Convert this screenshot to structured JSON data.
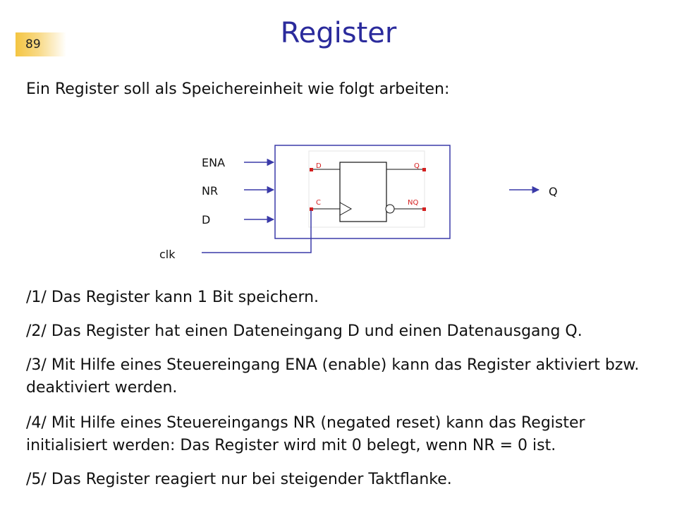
{
  "slide": {
    "number": "89",
    "title": "Register",
    "intro": "Ein Register soll als Speichereinheit wie folgt arbeiten:"
  },
  "diagram": {
    "inputs": [
      "ENA",
      "NR",
      "D"
    ],
    "clock": "clk",
    "output": "Q",
    "flipflop": {
      "d": "D",
      "c": "C",
      "q": "Q",
      "nq": "NQ"
    }
  },
  "requirements": [
    "/1/ Das Register kann 1 Bit speichern.",
    "/2/ Das Register hat einen Dateneingang D und einen Datenausgang Q.",
    "/3/ Mit Hilfe eines Steuereingang ENA (enable) kann das Register aktiviert bzw. deaktiviert werden.",
    "/4/ Mit Hilfe eines Steuereingangs NR (negated reset) kann das Register initialisiert werden: Das Register wird mit 0 belegt, wenn NR = 0 ist.",
    "/5/ Das Register reagiert nur bei steigender Taktflanke."
  ],
  "colors": {
    "title": "#2b2b9c",
    "wire": "#3a3aa8",
    "pin": "#d42020",
    "badge": "#f4c542"
  }
}
